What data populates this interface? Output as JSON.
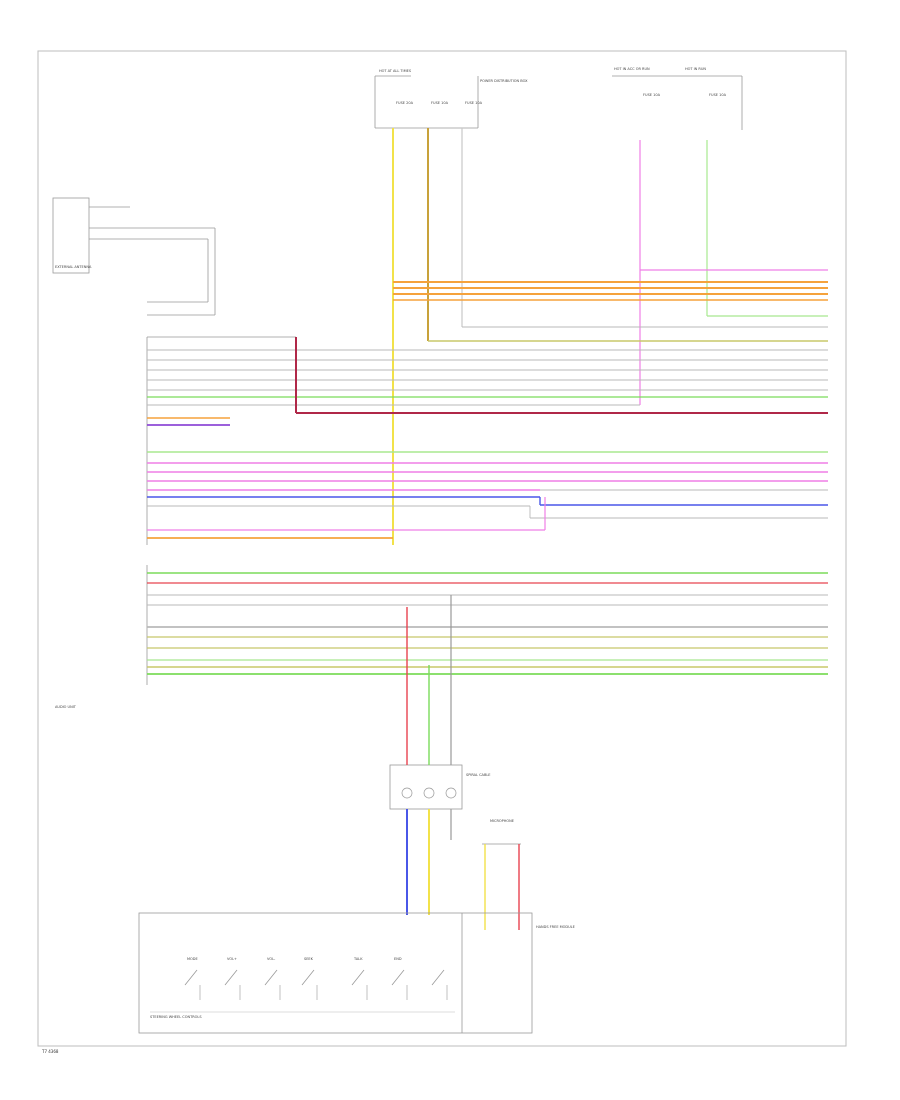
{
  "diagram": {
    "footer_code": "T7 4368",
    "left_module_label": "AUDIO UNIT",
    "antenna_label": "EXTERNAL ANTENNA",
    "power_fuse_label": "POWER DISTRIBUTION BOX",
    "hot_labels": [
      "HOT AT ALL TIMES",
      "HOT IN ACC OR RUN",
      "HOT IN RUN"
    ],
    "fuse_labels": [
      "FUSE 20A",
      "FUSE 10A",
      "FUSE 10A",
      "FUSE 10A",
      "FUSE 10A"
    ],
    "splice_box_label": "STEERING WHEEL CONTROLS",
    "spiral_cable_label": "SPIRAL CABLE",
    "mic_label": "MICROPHONE",
    "dome_label": "HANDS FREE MODULE",
    "switch_labels": [
      "MODE",
      "VOL+",
      "VOL-",
      "SEEK",
      "TALK",
      "END"
    ]
  },
  "colors": {
    "yellow": "#f2e24a",
    "orange": "#f5a23c",
    "pink": "#ef7fe6",
    "green": "#7bdc5a",
    "red": "#e8434f",
    "blue": "#4a57e8",
    "grey": "#b9b9b9",
    "darkred": "#b02848",
    "purple": "#8e4ad6",
    "lightgreen": "#a8e88f",
    "olive": "#c8c86a"
  }
}
